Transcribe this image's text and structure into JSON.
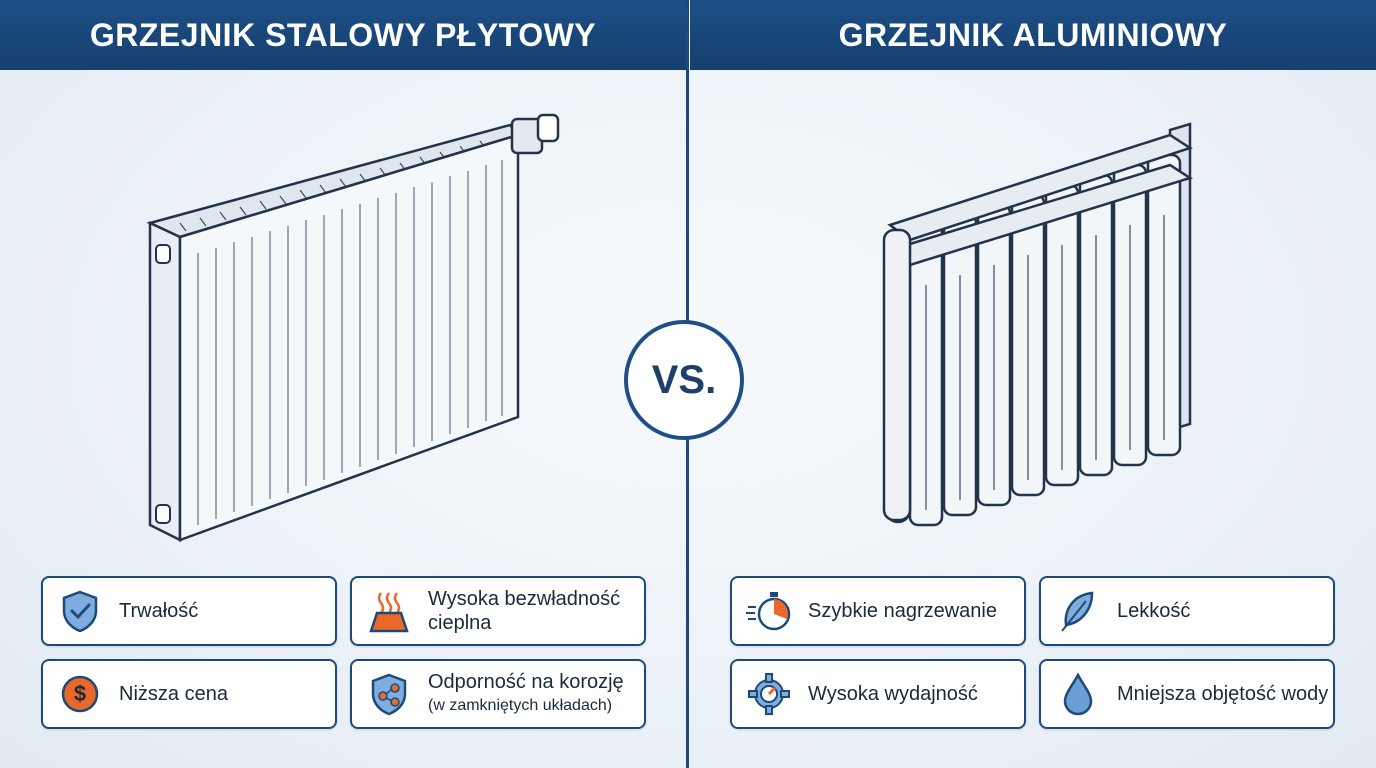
{
  "left": {
    "title": "GRZEJNIK STALOWY PŁYTOWY",
    "features": [
      {
        "icon": "shield-check-icon",
        "label": "Trwałość",
        "sub": ""
      },
      {
        "icon": "heat-retention-icon",
        "label": "Wysoka bezwładność cieplna",
        "sub": ""
      },
      {
        "icon": "dollar-coin-icon",
        "label": "Niższa cena",
        "sub": ""
      },
      {
        "icon": "corrosion-shield-icon",
        "label": "Odporność na korozję",
        "sub": "(w zamkniętych układach)"
      }
    ]
  },
  "right": {
    "title": "GRZEJNIK ALUMINIOWY",
    "features": [
      {
        "icon": "stopwatch-icon",
        "label": "Szybkie nagrzewanie",
        "sub": ""
      },
      {
        "icon": "feather-icon",
        "label": "Lekkość",
        "sub": ""
      },
      {
        "icon": "gear-speed-icon",
        "label": "Wysoka wydajność",
        "sub": ""
      },
      {
        "icon": "water-drop-icon",
        "label": "Mniejsza objętość wody",
        "sub": ""
      }
    ]
  },
  "vs_label": "VS.",
  "colors": {
    "navy": "#1d4f86",
    "orange": "#e8692a",
    "light_blue": "#6b9fd4"
  }
}
